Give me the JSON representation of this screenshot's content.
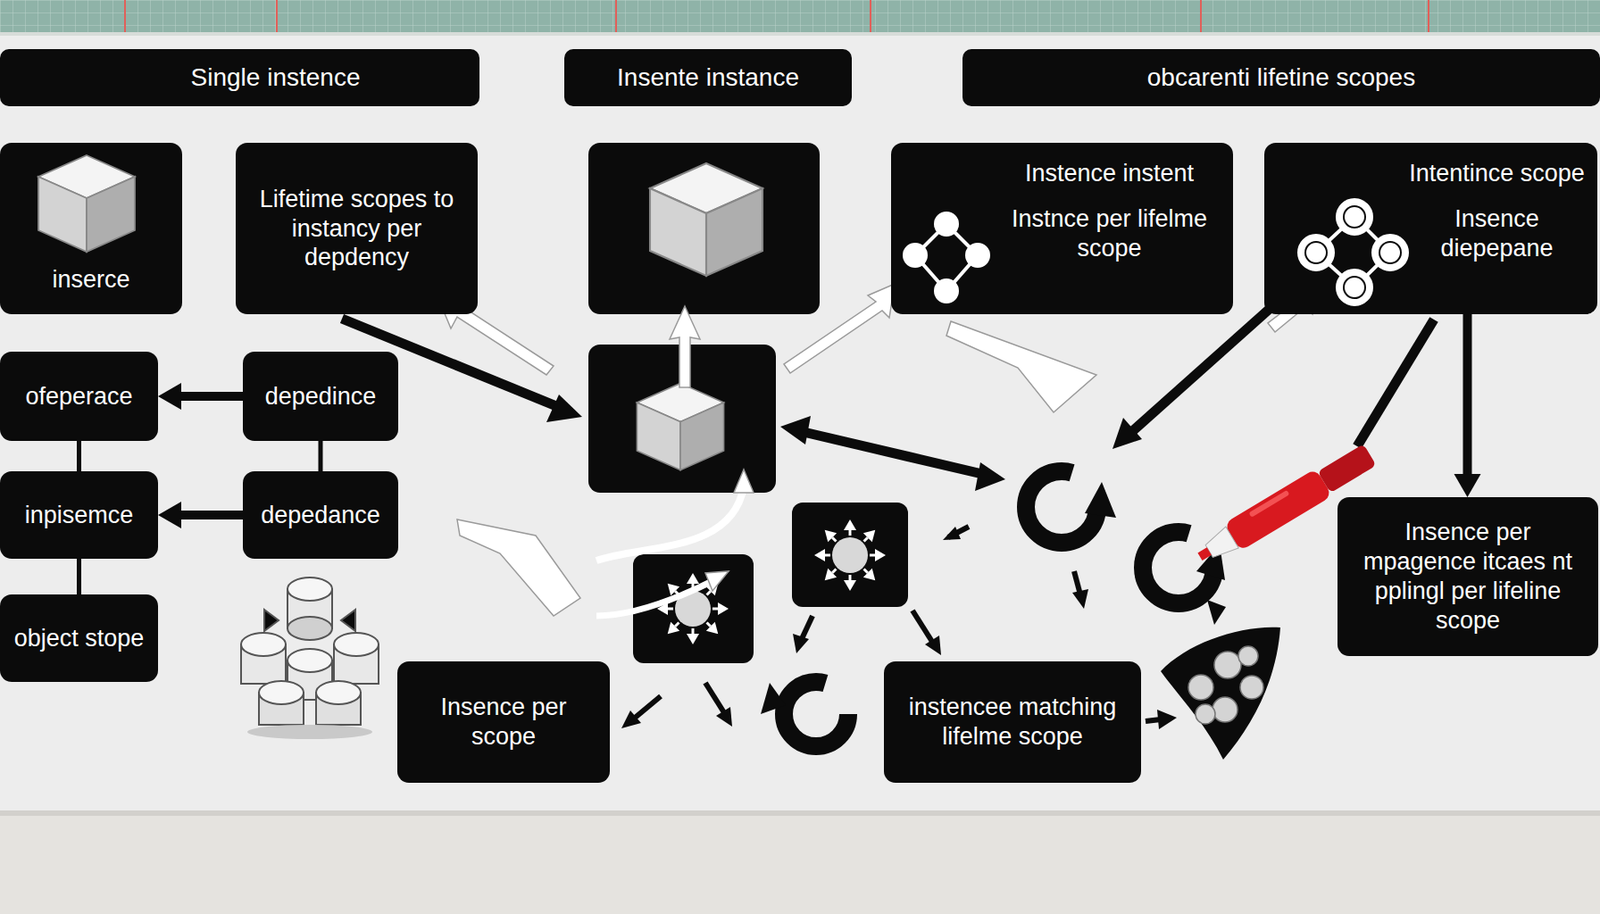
{
  "diagram": {
    "nodes": [
      {
        "text": [
          "Single instence"
        ]
      },
      {
        "text": [
          "Insente instance"
        ]
      },
      {
        "text": [
          "obcarenti lifetine scopes"
        ]
      },
      {
        "text": [
          "inserce"
        ]
      },
      {
        "text": [
          "Lifetime scopes to instancy per depdency"
        ]
      },
      {
        "text": [
          "Instence instent",
          "Instnce per lifelme scope"
        ]
      },
      {
        "text": [
          "Intentince scope",
          "Insence diepepane"
        ]
      },
      {
        "text": [
          "ofeperace"
        ]
      },
      {
        "text": [
          "depedince"
        ]
      },
      {
        "text": [
          "inpisemce"
        ]
      },
      {
        "text": [
          "depedance"
        ]
      },
      {
        "text": [
          "Insence per mpagence itcaes nt pplingl per lifeline scope"
        ]
      },
      {
        "text": [
          "object stope"
        ]
      },
      {
        "text": [
          "Insence per scope"
        ]
      },
      {
        "text": [
          "instencee matching lifelme scope"
        ]
      }
    ],
    "edges": [
      {
        "from": 8,
        "to": 7,
        "arrow": "to"
      },
      {
        "from": 10,
        "to": 9,
        "arrow": "to"
      },
      {
        "from": 7,
        "to": 9,
        "arrow": "none"
      },
      {
        "from": 9,
        "to": 12,
        "arrow": "none"
      },
      {
        "from": 8,
        "to": 10,
        "arrow": "none"
      },
      {
        "from": 6,
        "to": 11,
        "arrow": "to"
      }
    ]
  }
}
